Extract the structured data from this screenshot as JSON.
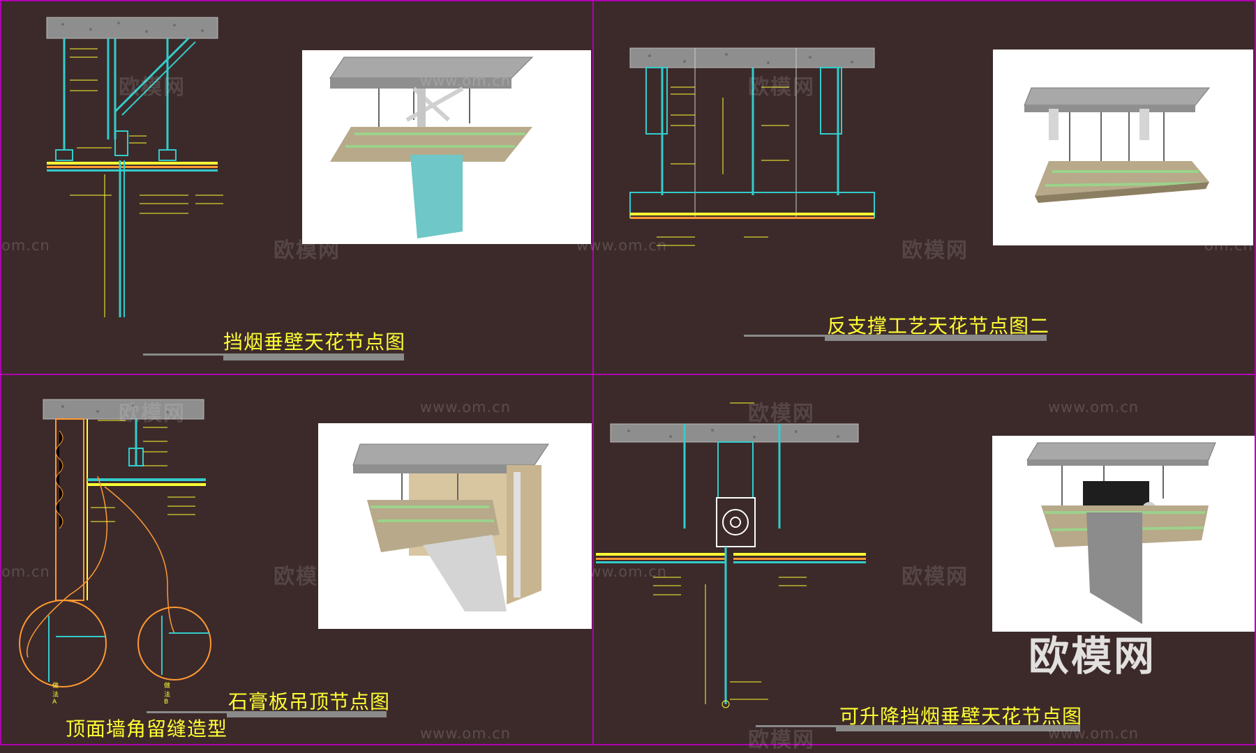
{
  "panels": [
    {
      "title": "挡烟垂壁天花节点图"
    },
    {
      "title": "反支撑工艺天花节点图二"
    },
    {
      "title": "石膏板吊顶节点图",
      "subtitle": "顶面墙角留缝造型",
      "detail_labels": [
        "做法A",
        "做法B"
      ]
    },
    {
      "title": "可升降挡烟垂壁天花节点图"
    }
  ],
  "watermarks": {
    "brand": "欧模网",
    "url": "www.om.cn",
    "url_short": "om.cn"
  },
  "colors": {
    "background": "#3c2a2a",
    "divider": "#b000b0",
    "title": "#ffff33",
    "cad_cyan": "#33cccc",
    "cad_yellow": "#ffff33",
    "cad_orange": "#ff9933"
  }
}
